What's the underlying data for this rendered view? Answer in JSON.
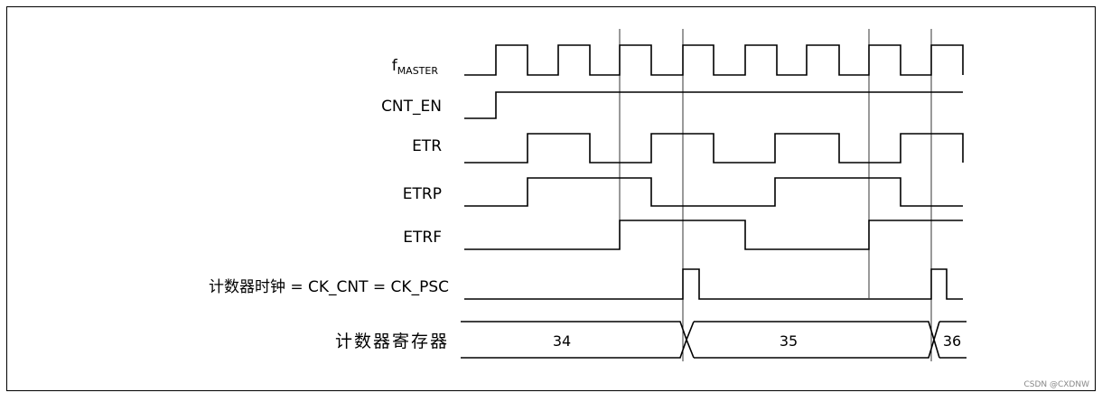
{
  "signals": {
    "fmaster": {
      "base": "f",
      "sub": "MASTER"
    },
    "cnt_en": "CNT_EN",
    "etr": "ETR",
    "etrp": "ETRP",
    "etrf": "ETRF",
    "counter_clock": "计数器时钟 = CK_CNT = CK_PSC",
    "counter_register": "计数器寄存器"
  },
  "register_values": [
    "34",
    "35",
    "36"
  ],
  "watermark": "CSDN @CXDNW"
}
